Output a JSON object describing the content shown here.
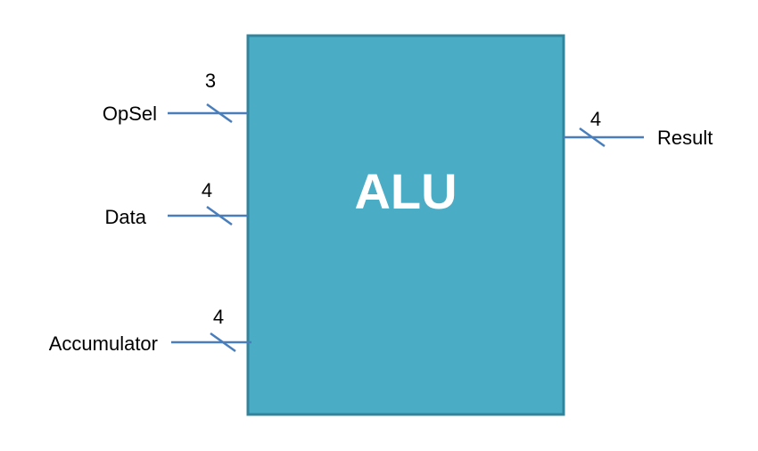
{
  "block": {
    "title": "ALU",
    "fill_color": "#4bacc6",
    "border_color": "#31849b"
  },
  "wire_color": "#4a7ebb",
  "inputs": [
    {
      "name": "OpSel",
      "width": "3"
    },
    {
      "name": "Data",
      "width": "4"
    },
    {
      "name": "Accumulator",
      "width": "4"
    }
  ],
  "outputs": [
    {
      "name": "Result",
      "width": "4"
    }
  ]
}
